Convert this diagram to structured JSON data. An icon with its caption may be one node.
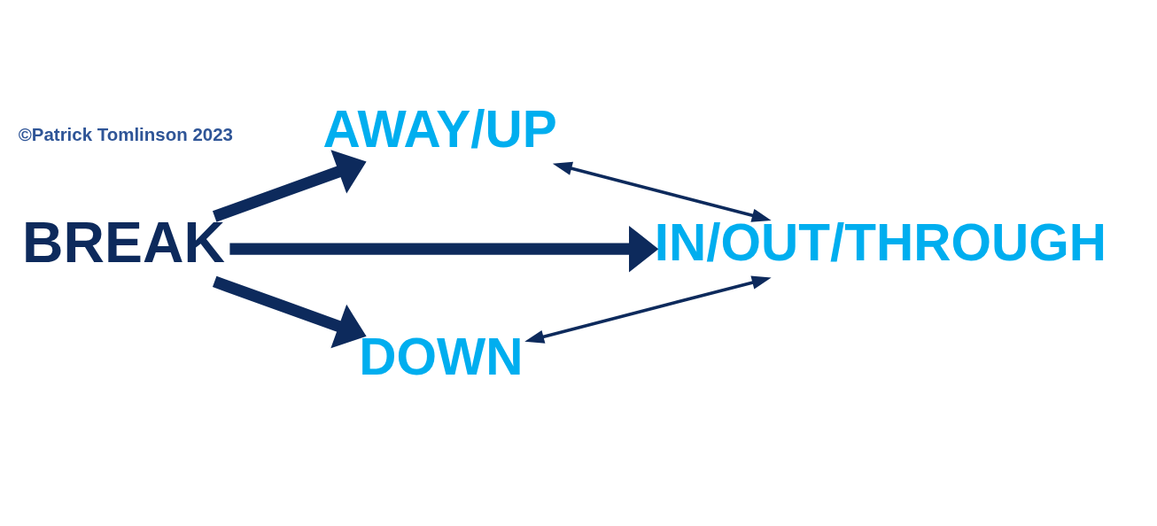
{
  "diagram": {
    "nodes": [
      {
        "text": [
          "BREAK"
        ]
      },
      {
        "text": [
          "AWAY/UP"
        ]
      },
      {
        "text": [
          "IN/OUT/THROUGH"
        ]
      },
      {
        "text": [
          "DOWN"
        ]
      }
    ],
    "edges": [
      {
        "from": 0,
        "to": 1,
        "arrow": "to"
      },
      {
        "from": 0,
        "to": 2,
        "arrow": "to"
      },
      {
        "from": 0,
        "to": 3,
        "arrow": "to"
      },
      {
        "from": 1,
        "to": 2,
        "arrow": "both"
      },
      {
        "from": 3,
        "to": 2,
        "arrow": "both"
      }
    ],
    "labels": [
      "©Patrick Tomlinson 2023"
    ]
  }
}
